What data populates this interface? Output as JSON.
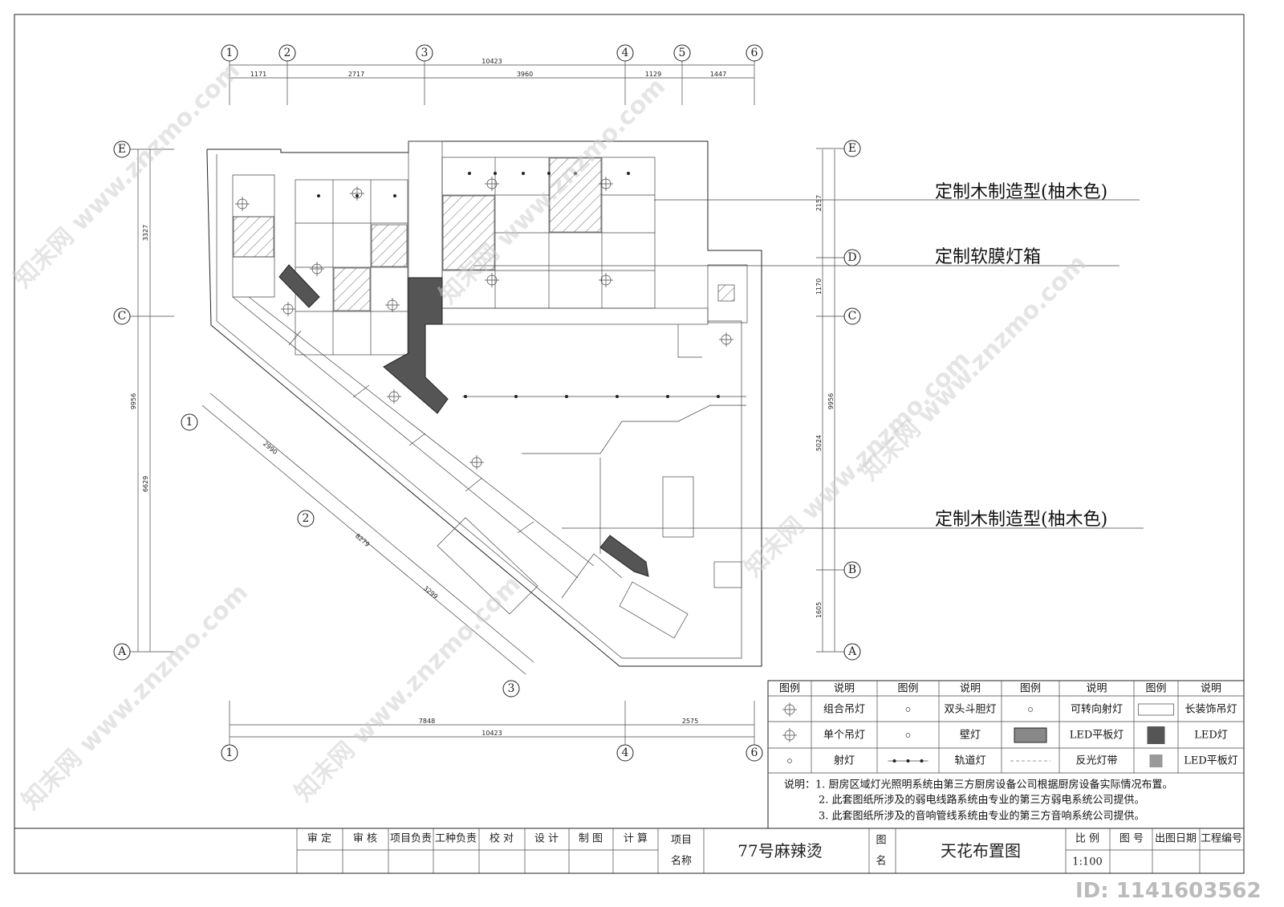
{
  "grid": {
    "top_axes": [
      "1",
      "2",
      "3",
      "4",
      "5",
      "6"
    ],
    "top_total": "10423",
    "top_segments": [
      "1171",
      "2717",
      "3960",
      "1129",
      "1447"
    ],
    "left_axes": [
      "E",
      "C",
      "A"
    ],
    "left_dims": [
      "3327",
      "9956",
      "6629"
    ],
    "right_axes": [
      "E",
      "D",
      "C",
      "B",
      "A"
    ],
    "right_dims": [
      "2157",
      "1170",
      "9956",
      "5024",
      "1605"
    ],
    "bottom_axes": [
      "1",
      "4",
      "6"
    ],
    "bottom_segments": [
      "7848",
      "2575"
    ],
    "bottom_total": "10423",
    "diag_axes": [
      "1",
      "2",
      "3"
    ],
    "diag_dims": [
      "2990",
      "8279",
      "3299"
    ]
  },
  "callouts": [
    "定制木制造型(柚木色)",
    "定制软膜灯箱",
    "定制木制造型(柚木色)"
  ],
  "legend": {
    "headers": [
      "图例",
      "说明",
      "图例",
      "说明",
      "图例",
      "说明",
      "图例",
      "说明"
    ],
    "rows": [
      [
        {
          "icon": "combo-pendant-icon",
          "label": "组合吊灯"
        },
        {
          "icon": "double-head-spotlight-icon",
          "label": "双头斗胆灯"
        },
        {
          "icon": "adjustable-spotlight-icon",
          "label": "可转向射灯"
        },
        {
          "icon": "long-pendant-icon",
          "label": "长装饰吊灯"
        }
      ],
      [
        {
          "icon": "single-pendant-icon",
          "label": "单个吊灯"
        },
        {
          "icon": "wall-lamp-icon",
          "label": "壁灯"
        },
        {
          "icon": "led-panel-icon",
          "label": "LED平板灯"
        },
        {
          "icon": "led-lamp-icon",
          "label": "LED灯"
        }
      ],
      [
        {
          "icon": "spotlight-icon",
          "label": "射灯"
        },
        {
          "icon": "track-light-icon",
          "label": "轨道灯"
        },
        {
          "icon": "light-strip-icon",
          "label": "反光灯带"
        },
        {
          "icon": "led-panel-small-icon",
          "label": "LED平板灯"
        }
      ]
    ],
    "notes": [
      "说明：1. 厨房区域灯光照明系统由第三方厨房设备公司根据厨房设备实际情况布置。",
      "2. 此套图纸所涉及的弱电线路系统由专业的第三方弱电系统公司提供。",
      "3. 此套图纸所涉及的音响管线系统由专业的第三方音响系统公司提供。"
    ]
  },
  "title_block": {
    "roles": [
      "审 定",
      "审 核",
      "项目负责",
      "工种负责",
      "校 对",
      "设 计",
      "制 图",
      "计 算"
    ],
    "project_label": [
      "项目",
      "名称"
    ],
    "project_name": "77号麻辣烫",
    "drawing_label": [
      "图",
      "名"
    ],
    "drawing_name": "天花布置图",
    "meta_headers": [
      "比 例",
      "图 号",
      "出图日期",
      "工程编号"
    ],
    "scale": "1:100"
  },
  "watermark": {
    "text": "知末网 www.znzmo.com",
    "id": "ID: 1141603562",
    "logo": "知末"
  }
}
